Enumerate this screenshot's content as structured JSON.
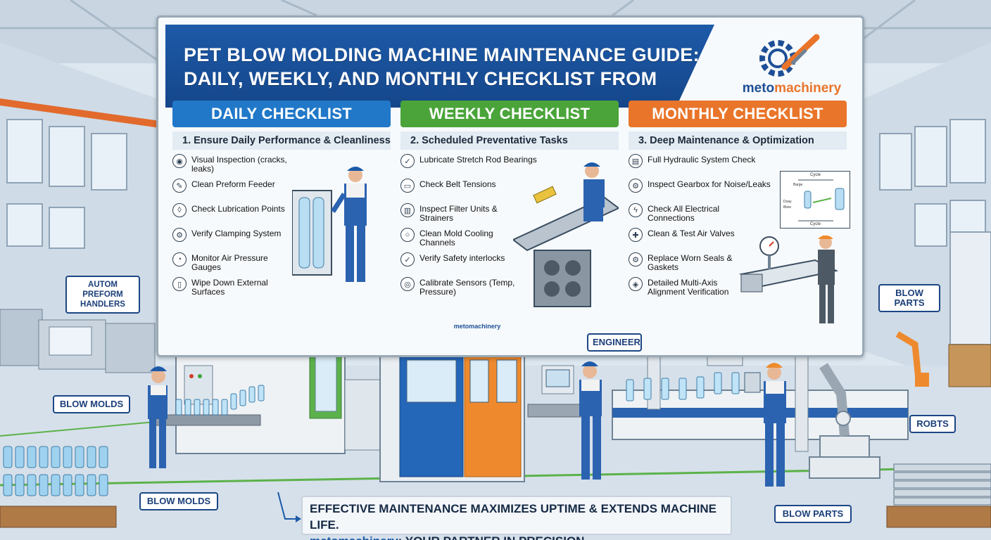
{
  "header": {
    "title_line1": "PET BLOW MOLDING MACHINE MAINTENANCE GUIDE:",
    "title_line2": "DAILY, WEEKLY, AND MONTHLY CHECKLIST FROM"
  },
  "logo": {
    "part1": "meto",
    "part2": "machinery"
  },
  "colors": {
    "blue": "#2178c8",
    "green": "#4aa43a",
    "orange": "#e9752a",
    "navy": "#15468a"
  },
  "daily": {
    "heading": "DAILY CHECKLIST",
    "subheading": "1. Ensure Daily Performance & Cleanliness",
    "items": [
      {
        "text": "Visual Inspection (cracks, leaks)",
        "icon": "eye-icon"
      },
      {
        "text": "Clean Preform Feeder",
        "icon": "brush-icon"
      },
      {
        "text": "Check Lubrication Points",
        "icon": "drop-icon"
      },
      {
        "text": "Verify Clamping System",
        "icon": "gear-icon"
      },
      {
        "text": "Monitor Air Pressure Gauges",
        "icon": "gauge-icon"
      },
      {
        "text": "Wipe Down External Surfaces",
        "icon": "spray-icon"
      }
    ]
  },
  "weekly": {
    "heading": "WEEKLY CHECKLIST",
    "subheading": "2. Scheduled Preventative Tasks",
    "items": [
      {
        "text": "Lubricate Stretch Rod Bearings",
        "icon": "oil-can-icon"
      },
      {
        "text": "Check Belt Tensions",
        "icon": "belt-icon"
      },
      {
        "text": "Inspect Filter Units & Strainers",
        "icon": "filter-icon"
      },
      {
        "text": "Clean Mold Cooling Channels",
        "icon": "water-icon"
      },
      {
        "text": "Verify Safety interlocks",
        "icon": "check-icon"
      },
      {
        "text": "Calibrate Sensors (Temp, Pressure)",
        "icon": "sensor-icon"
      }
    ]
  },
  "monthly": {
    "heading": "MONTHLY CHECKLIST",
    "subheading": "3. Deep Maintenance & Optimization",
    "items": [
      {
        "text": "Full Hydraulic System Check",
        "icon": "hydraulic-icon"
      },
      {
        "text": "Inspect Gearbox for Noise/Leaks",
        "icon": "gearbox-icon"
      },
      {
        "text": "Check All Electrical Connections",
        "icon": "lightning-icon"
      },
      {
        "text": "Clean & Test Air Valves",
        "icon": "valve-icon"
      },
      {
        "text": "Replace Worn Seals & Gaskets",
        "icon": "seal-icon"
      },
      {
        "text": "Detailed Multi-Axis Alignment Verification",
        "icon": "alignment-icon"
      }
    ]
  },
  "diagram": {
    "top": "Cycle",
    "bottom": "Cycle",
    "left": "Barge",
    "left2": "Blow",
    "left3": "Doay"
  },
  "machine_brand": "metomachinery",
  "labels": {
    "autom_preform": "AUTOM PREFORM HANDLERS",
    "blow_molds_1": "BLOW MOLDS",
    "blow_molds_2": "BLOW MOLDS",
    "engineer": "ENGINEER",
    "blow_parts_1": "BLOW PARTS",
    "blow_parts_2": "BLOW PARTS",
    "robts": "ROBTS"
  },
  "banner": {
    "line1": "EFFECTIVE MAINTENANCE MAXIMIZES UPTIME & EXTENDS MACHINE LIFE.",
    "brand": "metomachinery",
    "line2_rest": ": YOUR PARTNER IN PRECISION"
  }
}
